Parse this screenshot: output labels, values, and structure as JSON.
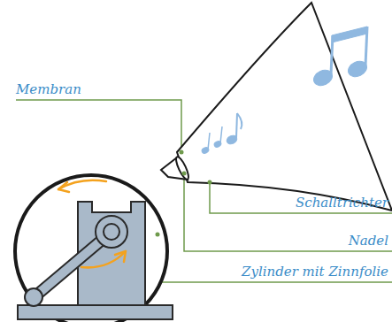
{
  "diagram": {
    "labels": [
      "Membran",
      "Schalltrichter",
      "Nadel",
      "Zylinder mit Zinnfolie"
    ]
  }
}
